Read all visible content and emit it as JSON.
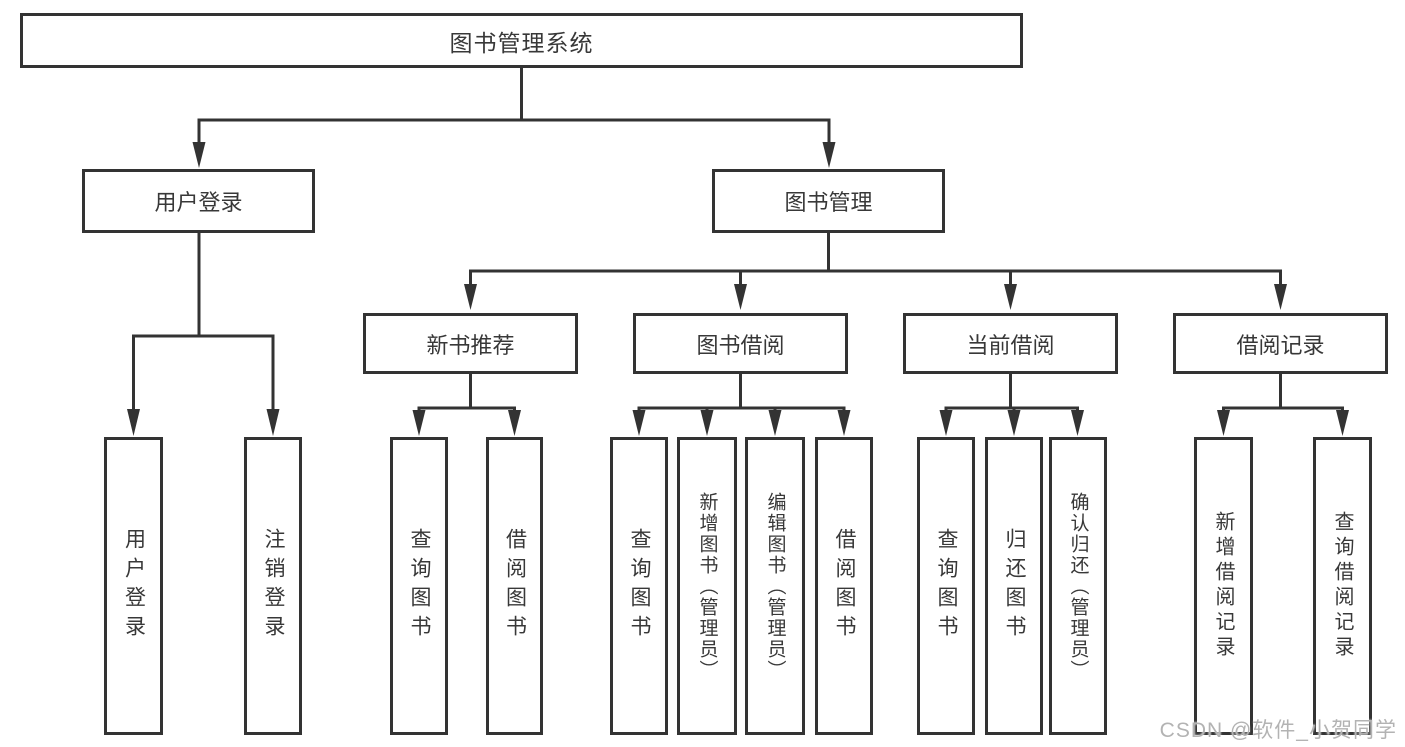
{
  "tree": {
    "label": "图书管理系统",
    "children": [
      {
        "label": "用户登录",
        "children": [
          {
            "label": "用户登录"
          },
          {
            "label": "注销登录"
          }
        ]
      },
      {
        "label": "图书管理",
        "children": [
          {
            "label": "新书推荐",
            "children": [
              {
                "label": "查询图书"
              },
              {
                "label": "借阅图书"
              }
            ]
          },
          {
            "label": "图书借阅",
            "children": [
              {
                "label": "查询图书"
              },
              {
                "label": "新增图书（管理员）"
              },
              {
                "label": "编辑图书（管理员）"
              },
              {
                "label": "借阅图书"
              }
            ]
          },
          {
            "label": "当前借阅",
            "children": [
              {
                "label": "查询图书"
              },
              {
                "label": "归还图书"
              },
              {
                "label": "确认归还（管理员）"
              }
            ]
          },
          {
            "label": "借阅记录",
            "children": [
              {
                "label": "新增借阅记录"
              },
              {
                "label": "查询借阅记录"
              }
            ]
          }
        ]
      }
    ]
  },
  "watermark": {
    "text": "CSDN @软件_小贺同学"
  },
  "colors": {
    "line": "#333333",
    "box_border": "#333333",
    "text": "#383838",
    "watermark": "#b3b3b3",
    "background": "#ffffff"
  }
}
